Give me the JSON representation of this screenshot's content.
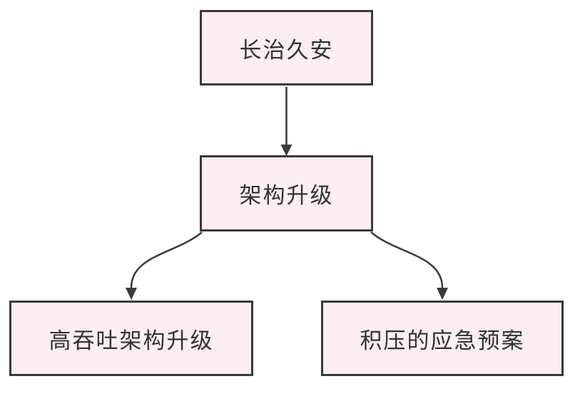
{
  "diagram": {
    "type": "flowchart",
    "background_color": "#ffffff",
    "node_fill_color": "#fdeef4",
    "node_border_color": "#3a3a3a",
    "text_color": "#333333",
    "nodes": [
      {
        "id": "root",
        "label": "长治久安"
      },
      {
        "id": "arch-upgrade",
        "label": "架构升级"
      },
      {
        "id": "high-throughput",
        "label": "高吞吐架构升级"
      },
      {
        "id": "backlog-plan",
        "label": "积压的应急预案"
      }
    ],
    "edges": [
      {
        "from": "root",
        "to": "arch-upgrade",
        "style": "straight-arrow"
      },
      {
        "from": "arch-upgrade",
        "to": "high-throughput",
        "style": "curved-arrow"
      },
      {
        "from": "arch-upgrade",
        "to": "backlog-plan",
        "style": "curved-arrow"
      }
    ]
  }
}
